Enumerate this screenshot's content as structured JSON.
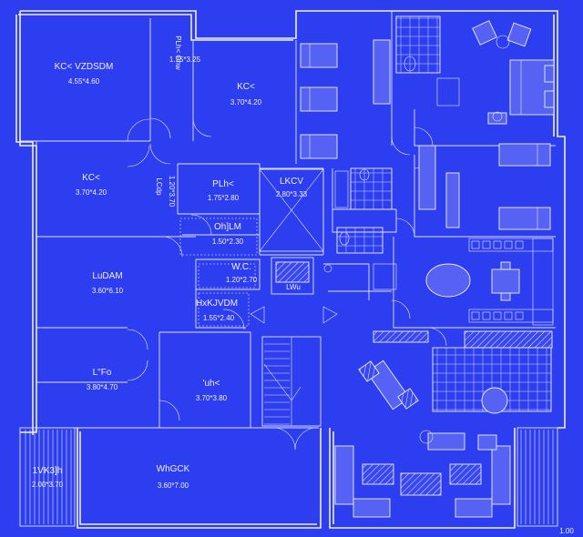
{
  "rooms": [
    {
      "key": "r1",
      "name": "KC< VZDSDM",
      "dims": "4.55*4.60"
    },
    {
      "key": "r2",
      "name": "PLh< Ohw",
      "dims": "1.75*3.25"
    },
    {
      "key": "r3",
      "name": "KC<",
      "dims": "3.70*4.20"
    },
    {
      "key": "r4",
      "name": "LKCV",
      "dims": "2.80*3.33"
    },
    {
      "key": "r5",
      "name": "KC<",
      "dims": "3.70*4.20"
    },
    {
      "key": "r6",
      "name": "LCdp",
      "dims": "1.20*3.70"
    },
    {
      "key": "r7",
      "name": "PLh<",
      "dims": "1.75*2.80"
    },
    {
      "key": "r8",
      "name": "Oh]LM",
      "dims": "1.50*2.30"
    },
    {
      "key": "r9",
      "name": "LuDAM",
      "dims": "3.60*6.10"
    },
    {
      "key": "r10",
      "name": "W.C.",
      "dims": "1.20*2.70"
    },
    {
      "key": "r11",
      "name": "HxKJVDM",
      "dims": "1.55*2.40"
    },
    {
      "key": "r12",
      "name": "L\"Fo",
      "dims": "3.80*4.70"
    },
    {
      "key": "r13",
      "name": "'uh<",
      "dims": "3.70*3.80"
    },
    {
      "key": "r14",
      "name": "WhGCK",
      "dims": "3.60*7.00"
    },
    {
      "key": "r15",
      "name": "1VK3]h",
      "dims": "2.00*3.70"
    }
  ],
  "lift_label": "LWu",
  "corner_mark": "1.00"
}
